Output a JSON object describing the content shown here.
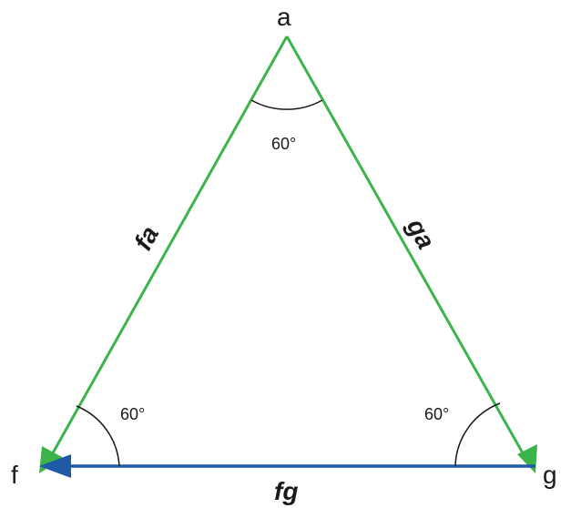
{
  "vertices": {
    "a": {
      "label": "a"
    },
    "f": {
      "label": "f"
    },
    "g": {
      "label": "g"
    }
  },
  "angles": {
    "top": "60°",
    "left": "60°",
    "right": "60°"
  },
  "edges": {
    "fa": {
      "label": "fa",
      "color": "#3cb44b"
    },
    "ga": {
      "label": "ga",
      "color": "#3cb44b"
    },
    "fg": {
      "label": "fg",
      "color": "#1f5aa6"
    }
  },
  "arc_color": "#1a1a1a"
}
